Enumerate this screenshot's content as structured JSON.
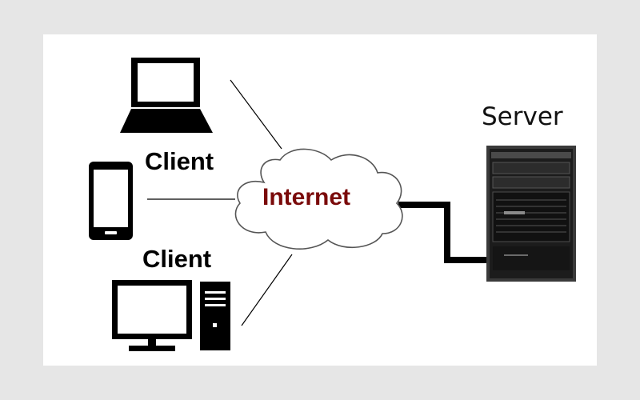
{
  "labels": {
    "client_top": "Client",
    "client_bottom": "Client",
    "internet": "Internet",
    "server": "Server"
  },
  "colors": {
    "page_background": "#e6e6e6",
    "canvas_background": "#ffffff",
    "internet_text": "#7a0a0a",
    "device_body": "#000000"
  },
  "icons": [
    "laptop-icon",
    "smartphone-icon",
    "desktop-computer-icon",
    "cloud-icon",
    "server-tower-icon"
  ]
}
